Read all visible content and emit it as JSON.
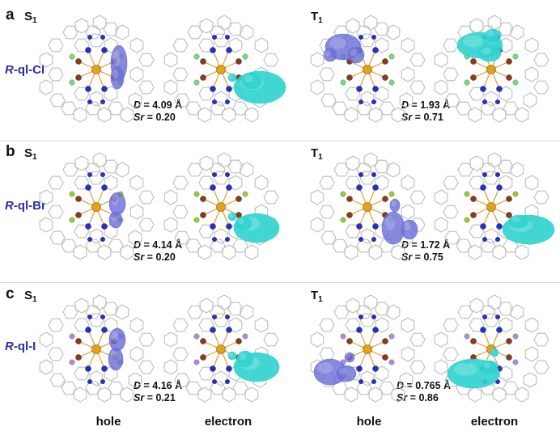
{
  "panels": [
    {
      "letter": "a",
      "compound_prefix": "R",
      "compound_suffix": "-ql-Cl",
      "left": {
        "state": "S",
        "state_sub": "1",
        "D_label": "D",
        "D_value": " = 4.09 Å",
        "Sr_label": "Sr",
        "Sr_value": " = 0.20"
      },
      "right": {
        "state": "T",
        "state_sub": "1",
        "D_label": "D",
        "D_value": " = 1.93 Å",
        "Sr_label": "Sr",
        "Sr_value": " = 0.71"
      }
    },
    {
      "letter": "b",
      "compound_prefix": "R",
      "compound_suffix": "-ql-Br",
      "left": {
        "state": "S",
        "state_sub": "1",
        "D_label": "D",
        "D_value": " = 4.14 Å",
        "Sr_label": "Sr",
        "Sr_value": " = 0.20"
      },
      "right": {
        "state": "T",
        "state_sub": "1",
        "D_label": "D",
        "D_value": " = 1.72 Å",
        "Sr_label": "Sr",
        "Sr_value": " = 0.75"
      }
    },
    {
      "letter": "c",
      "compound_prefix": "R",
      "compound_suffix": "-ql-I",
      "left": {
        "state": "S",
        "state_sub": "1",
        "D_label": "D",
        "D_value": " = 4.16 Å",
        "Sr_label": "Sr",
        "Sr_value": " = 0.21"
      },
      "right": {
        "state": "T",
        "state_sub": "1",
        "D_label": "D",
        "D_value": " = 0.765 Å",
        "Sr_label": "Sr",
        "Sr_value": " = 0.86"
      }
    }
  ],
  "columns": [
    "hole",
    "electron",
    "hole",
    "electron"
  ],
  "colors": {
    "hole": "#6b6fd6",
    "electron": "#2fd3cf",
    "metal": "#e3a21a",
    "nitrogen": "#2431c8",
    "oxygen": "#8c3a1a",
    "chlorine": "#6fe07a",
    "bromine": "#9acd32",
    "iodine": "#b58ad8",
    "compound_text": "#2b2fa3"
  }
}
